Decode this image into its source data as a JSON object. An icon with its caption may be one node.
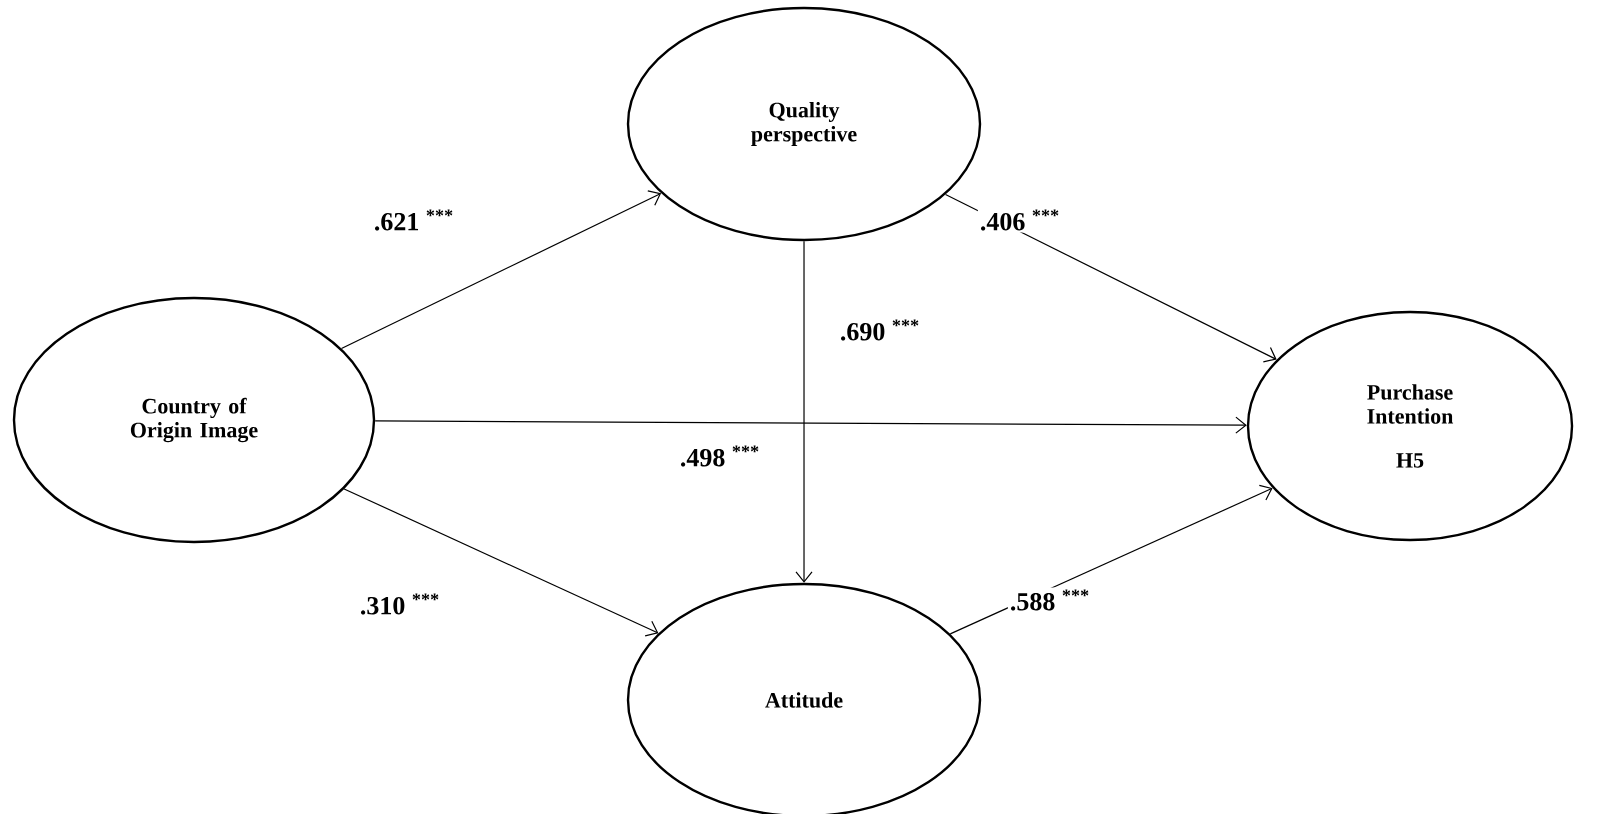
{
  "diagram": {
    "nodes": [
      {
        "text": [
          "Country of Origin Image"
        ]
      },
      {
        "text": [
          "Quality perspective"
        ]
      },
      {
        "text": [
          "Attitude"
        ]
      },
      {
        "text": [
          "Purchase Intention",
          "H5"
        ]
      }
    ],
    "edges": [
      {
        "from": 0,
        "to": 1,
        "arrow": "to",
        "label": ".621 $^{***}$"
      },
      {
        "from": 1,
        "to": 3,
        "arrow": "to",
        "label": ".406 $^{***}$"
      },
      {
        "from": 1,
        "to": 2,
        "arrow": "to",
        "label": ".690 $^{***}$"
      },
      {
        "from": 0,
        "to": 3,
        "arrow": "to",
        "label": ".498 $^{***}$"
      },
      {
        "from": 0,
        "to": 2,
        "arrow": "to",
        "label": ".310 $^{***}$"
      },
      {
        "from": 2,
        "to": 3,
        "arrow": "to",
        "label": ".588 $^{***}$"
      }
    ]
  }
}
